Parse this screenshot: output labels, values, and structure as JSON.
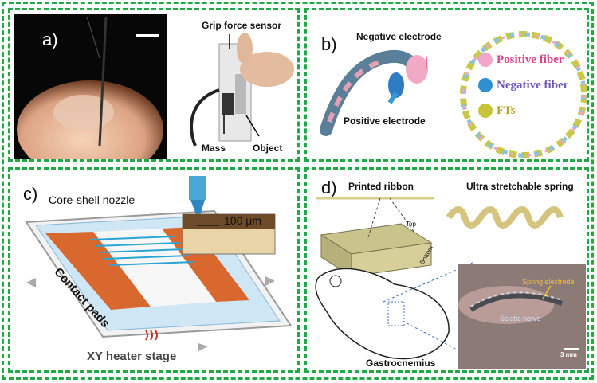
{
  "panel_a": {
    "label": "a)",
    "grip_force_sensor": "Grip force sensor",
    "mass": "Mass",
    "object": "Object"
  },
  "panel_b": {
    "label": "b)",
    "negative_electrode": "Negative electrode",
    "positive_electrode": "Positive electrode",
    "legend": [
      {
        "label": "Positive fiber",
        "color": "#f0a6c9"
      },
      {
        "label": "Negative fiber",
        "color": "#2f8fd0"
      },
      {
        "label": "FTs",
        "color": "#c8c43a"
      }
    ]
  },
  "panel_c": {
    "label": "c)",
    "core_shell_nozzle": "Core-shell nozzle",
    "scale": "100 μm",
    "contact_pads": "Contact pads",
    "xy_heater_stage": "XY heater stage"
  },
  "panel_d": {
    "label": "d)",
    "printed_ribbon": "Printed ribbon",
    "ultra_stretchable_spring": "Ultra stretchable spring",
    "top": "Top",
    "bottom": "Bottom",
    "spring_electrode": "Spring electrode",
    "sciatic_nerve": "Sciatic nerve",
    "scale_bar": "3 mm",
    "gastrocnemius": "Gastrocnemius"
  }
}
